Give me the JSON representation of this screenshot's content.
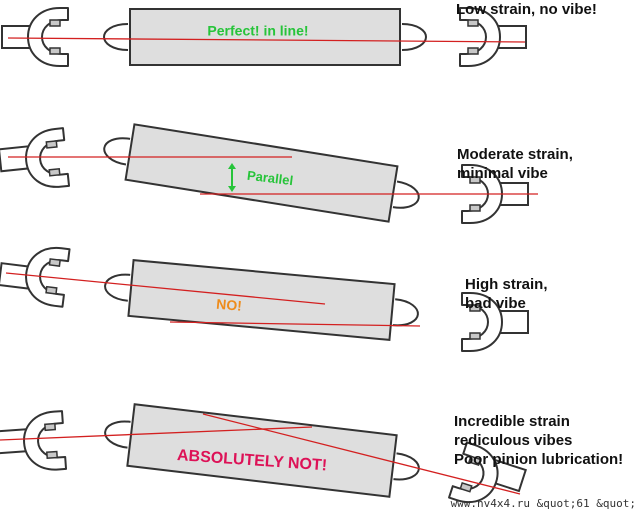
{
  "colors": {
    "shaft_fill": "#dedede",
    "outline": "#333333",
    "red_line": "#d32020",
    "green_text": "#27c43a",
    "orange_text": "#ee8c1c",
    "crimson_text": "#dd1257"
  },
  "rows": [
    {
      "verdict": "Perfect!  in line!",
      "verdict_color": "green_text",
      "caption_lines": [
        "Low strain, no vibe!"
      ]
    },
    {
      "verdict": "Parallel",
      "verdict_color": "green_text",
      "caption_lines": [
        "Moderate strain,",
        "minimal vibe"
      ]
    },
    {
      "verdict": "NO!",
      "verdict_color": "orange_text",
      "caption_lines": [
        "High strain,",
        "bad vibe"
      ]
    },
    {
      "verdict": "ABSOLUTELY NOT!",
      "verdict_color": "crimson_text",
      "caption_lines": [
        "Incredible strain",
        "rediculous vibes",
        "Poor pinion lubrication!"
      ]
    }
  ],
  "watermark": "www.nv4x4.ru &quot;61 &quot;"
}
